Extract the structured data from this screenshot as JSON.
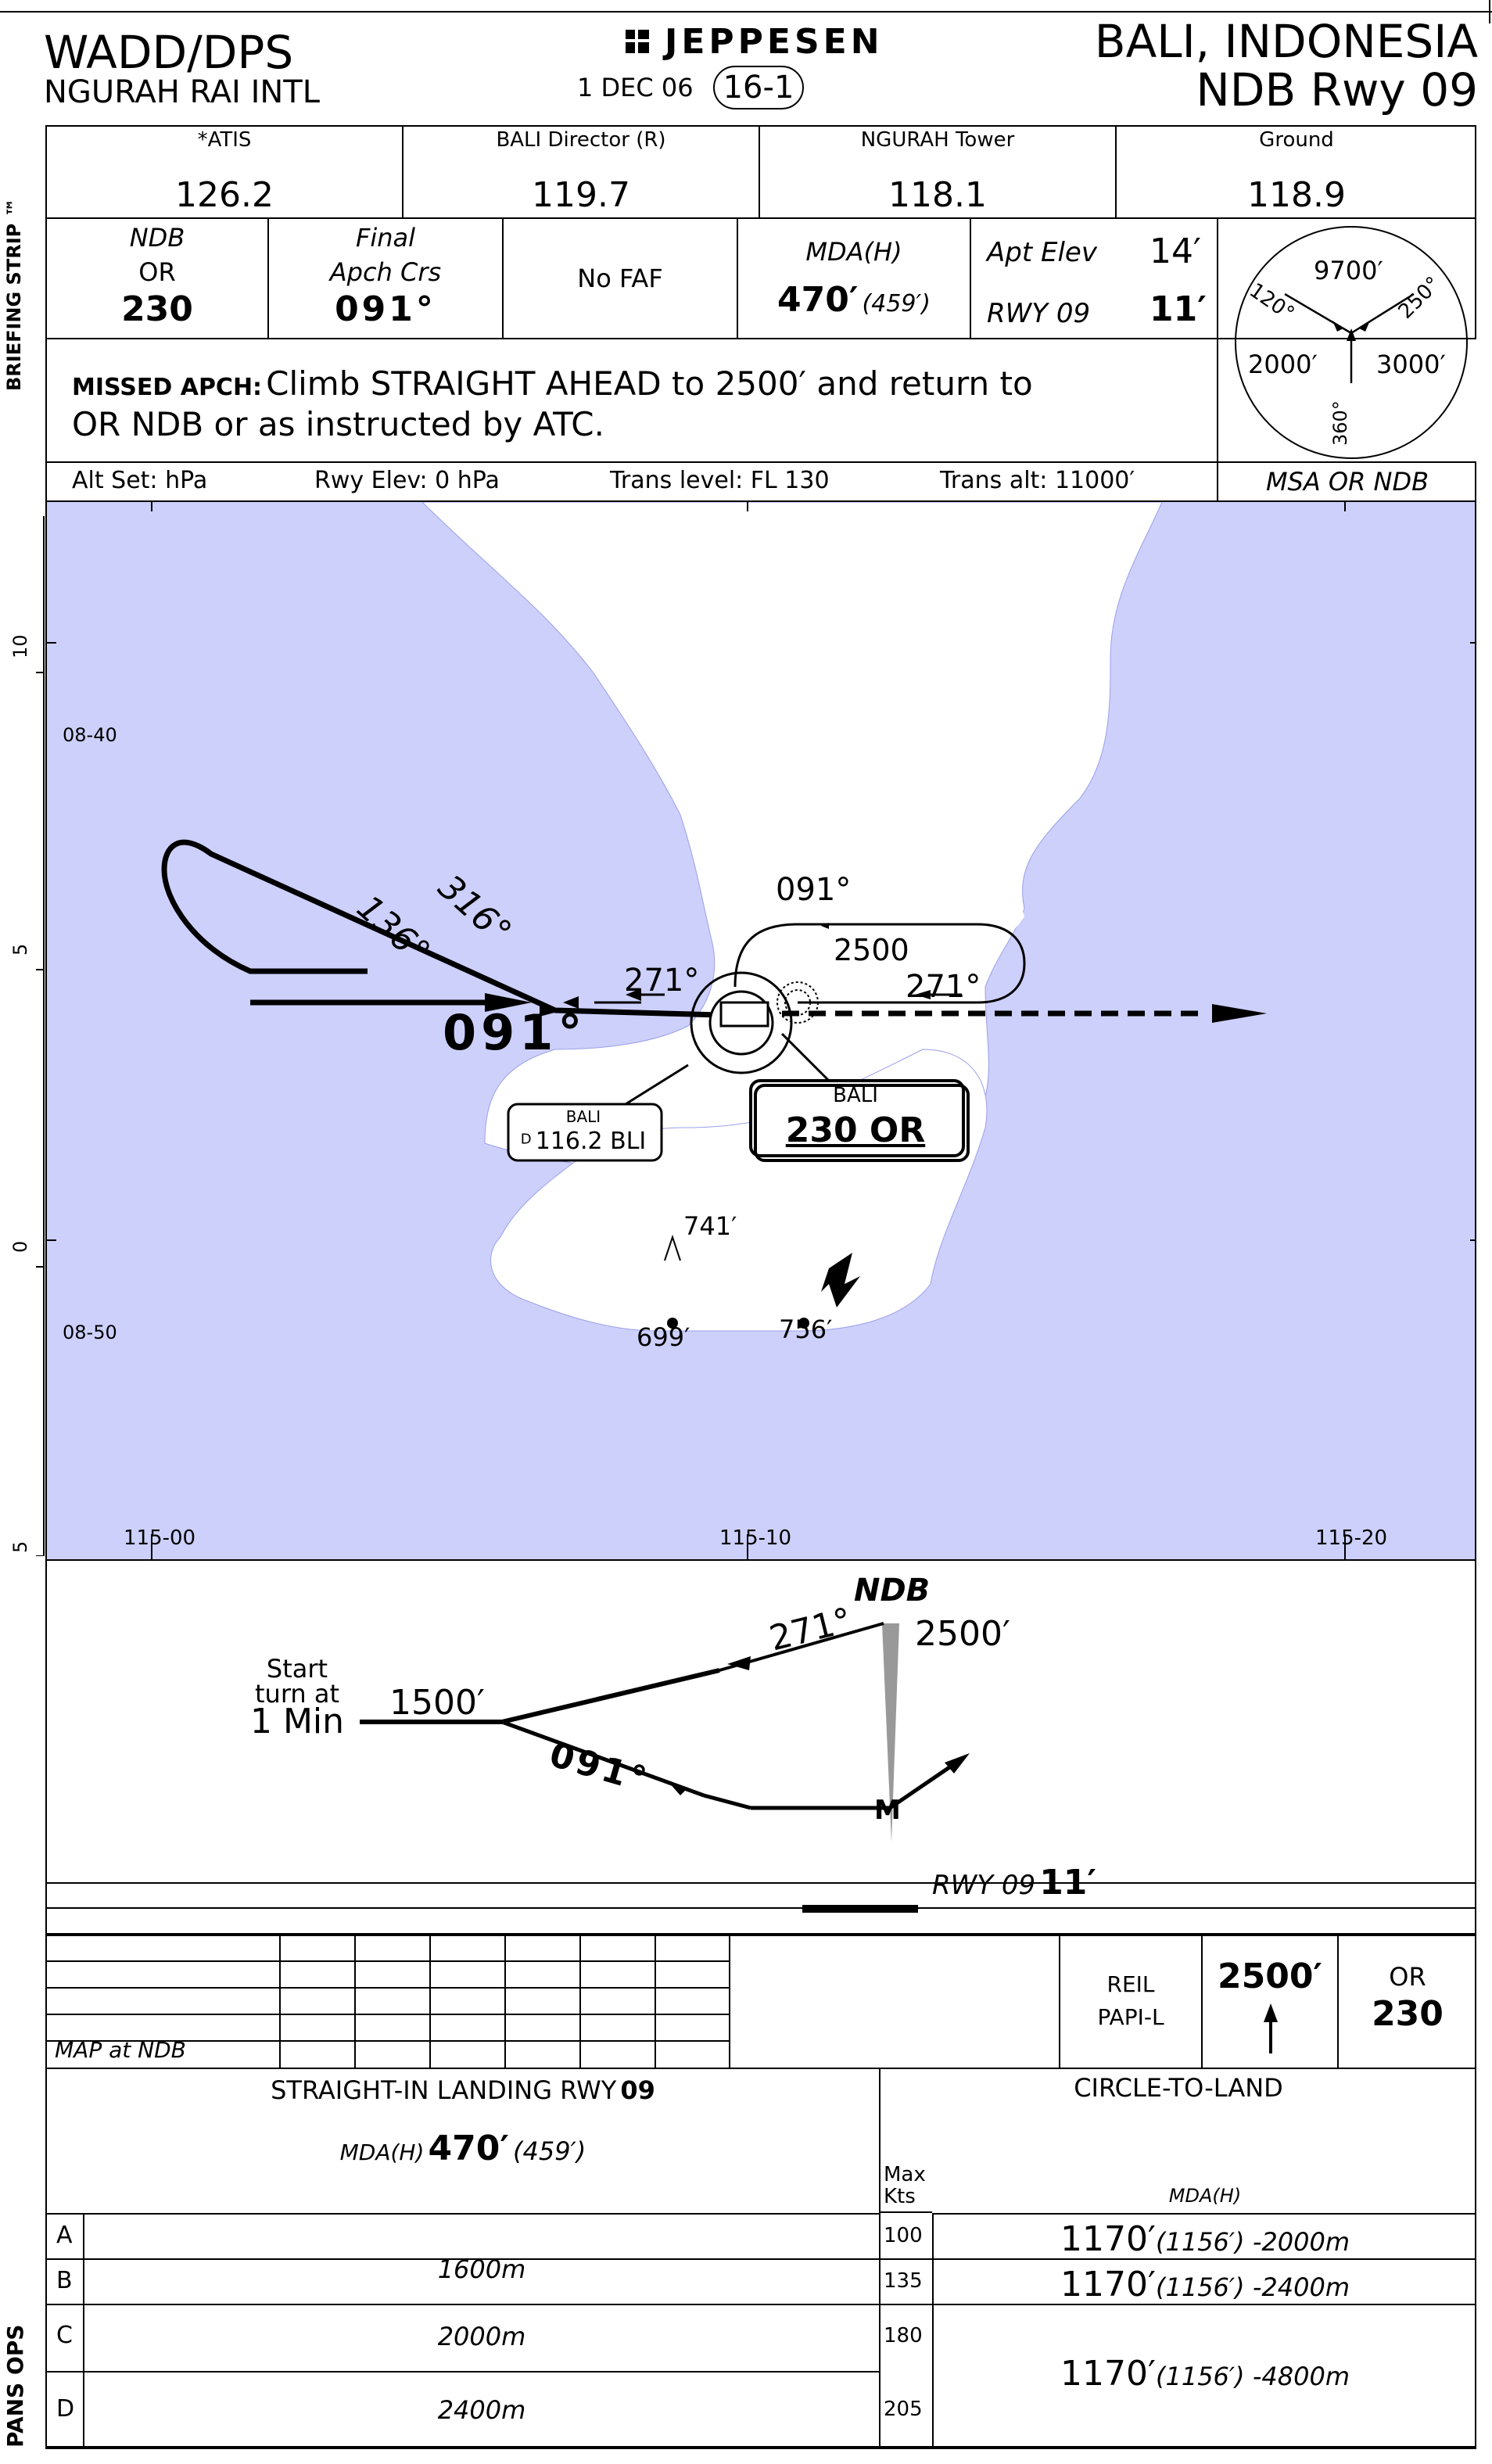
{
  "header": {
    "icao": "WADD/DPS",
    "airport": "NGURAH RAI INTL",
    "brand": "JEPPESEN",
    "date": "1 DEC 06",
    "chart_index": "16-1",
    "location": "BALI, INDONESIA",
    "procedure": "NDB Rwy 09"
  },
  "side": {
    "strip": "BRIEFING STRIP ™",
    "ops": "PANS OPS"
  },
  "freqs": [
    {
      "label": "*ATIS",
      "value": "126.2"
    },
    {
      "label": "BALI Director (R)",
      "value": "119.7"
    },
    {
      "label": "NGURAH Tower",
      "value": "118.1"
    },
    {
      "label": "Ground",
      "value": "118.9"
    }
  ],
  "briefing": {
    "nav_type": "NDB",
    "nav_id": "OR",
    "nav_freq": "230",
    "final_label1": "Final",
    "final_label2": "Apch Crs",
    "final_crs": "091°",
    "faf": "No FAF",
    "mda_label": "MDA(H)",
    "mda": "470′",
    "mda_h": "(459′)",
    "apt_elev_label": "Apt Elev",
    "apt_elev": "14′",
    "rwy_label": "RWY 09",
    "rwy_elev": "11′"
  },
  "missed": {
    "label": "MISSED APCH:",
    "line1": "Climb STRAIGHT AHEAD to 2500′ and return to",
    "line2": "OR NDB or as instructed by ATC."
  },
  "altset": {
    "alt_set": "Alt Set: hPa",
    "rwy_elev": "Rwy Elev: 0 hPa",
    "trans_level": "Trans level: FL 130",
    "trans_alt": "Trans alt: 11000′"
  },
  "msa": {
    "caption": "MSA OR NDB",
    "alt_top": "9700′",
    "alt_left": "2000′",
    "alt_right": "3000′",
    "brg_120": "120°",
    "brg_250": "250°",
    "brg_360": "360°"
  },
  "plan": {
    "colors": {
      "water": "#cdd0fa",
      "land": "#ffffff"
    },
    "scale_left": [
      "10",
      "5",
      "0",
      "5"
    ],
    "lat_labels": [
      "08-40",
      "08-50"
    ],
    "lon_labels": [
      "115-00",
      "115-10",
      "115-20"
    ],
    "procedure_turn_out": "316°",
    "procedure_turn_in": "136°",
    "inbound_crs": "091°",
    "outbound_crs": "271°",
    "hold_inbound": "091°",
    "hold_alt": "2500",
    "hold_outbound": "271°",
    "vor_name": "BALI",
    "vor_freq": "116.2 BLI",
    "vor_prefix": "D",
    "ndb_name": "BALI",
    "ndb_freq": "230 OR",
    "spot_1": "741′",
    "spot_2": "699′",
    "spot_3": "756′"
  },
  "profile": {
    "fix": "NDB",
    "fix_alt": "2500′",
    "start1": "Start",
    "start2": "turn at",
    "start3": "1 Min",
    "alt_1500": "1500′",
    "outbound": "271°",
    "inbound": "091°",
    "rwy_label": "RWY 09",
    "rwy_elev": "11′",
    "map_marker": "M"
  },
  "lights": {
    "map": "MAP at NDB",
    "reil": "REIL",
    "papi": "PAPI-L",
    "climb_alt": "2500′",
    "nav_id": "OR",
    "nav_freq": "230"
  },
  "minimums": {
    "straight_title": "STRAIGHT-IN LANDING RWY",
    "straight_rwy": "09",
    "mda_label": "MDA(H)",
    "mda": "470′",
    "mda_h": "(459′)",
    "circle_title": "CIRCLE-TO-LAND",
    "maxkts_label1": "Max",
    "maxkts_label2": "Kts",
    "circle_mda_label": "MDA(H)",
    "rows": [
      {
        "cat": "A",
        "vis": "1600m",
        "kts": "100",
        "circle": "1170′",
        "circle_h": "(1156′) -2000m"
      },
      {
        "cat": "B",
        "vis": "",
        "kts": "135",
        "circle": "1170′",
        "circle_h": "(1156′) -2400m"
      },
      {
        "cat": "C",
        "vis": "2000m",
        "kts": "180",
        "circle": "1170′",
        "circle_h": "(1156′) -4800m"
      },
      {
        "cat": "D",
        "vis": "2400m",
        "kts": "205",
        "circle": "",
        "circle_h": ""
      }
    ]
  }
}
